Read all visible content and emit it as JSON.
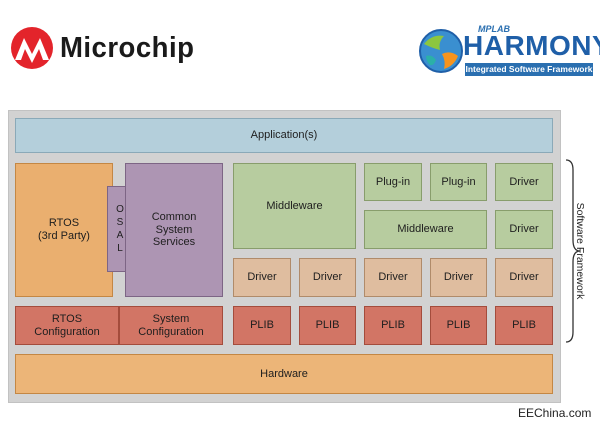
{
  "logos": {
    "microchip": "Microchip",
    "mplab": "MPLAB",
    "harmony": "HARMONY",
    "harmony_sub": "Integrated Software Framework"
  },
  "diagram": {
    "application": "Application(s)",
    "rtos": "RTOS\n(3rd Party)",
    "osal_letters": [
      "O",
      "S",
      "A",
      "L"
    ],
    "common_services": "Common\nSystem\nServices",
    "middleware_large": "Middleware",
    "plugin_1": "Plug-in",
    "plugin_2": "Plug-in",
    "driver_top": "Driver",
    "middleware_small": "Middleware",
    "driver_mid": "Driver",
    "drivers_row": [
      "Driver",
      "Driver",
      "Driver",
      "Driver",
      "Driver"
    ],
    "rtos_config": "RTOS\nConfiguration",
    "system_config": "System\nConfiguration",
    "plibs": [
      "PLIB",
      "PLIB",
      "PLIB",
      "PLIB",
      "PLIB"
    ],
    "hardware": "Hardware",
    "software_framework": "Software Framework"
  },
  "watermark": "EEChina.com",
  "colors": {
    "application": "#b4cfdb",
    "rtos": "#eaaf6f",
    "services": "#ad95b3",
    "middleware": "#b7cc9f",
    "driver": "#dfbd9f",
    "plib": "#d27565",
    "hardware": "#ecb578",
    "microchip_red": "#e3242b",
    "harmony_blue": "#1f5fa8"
  }
}
